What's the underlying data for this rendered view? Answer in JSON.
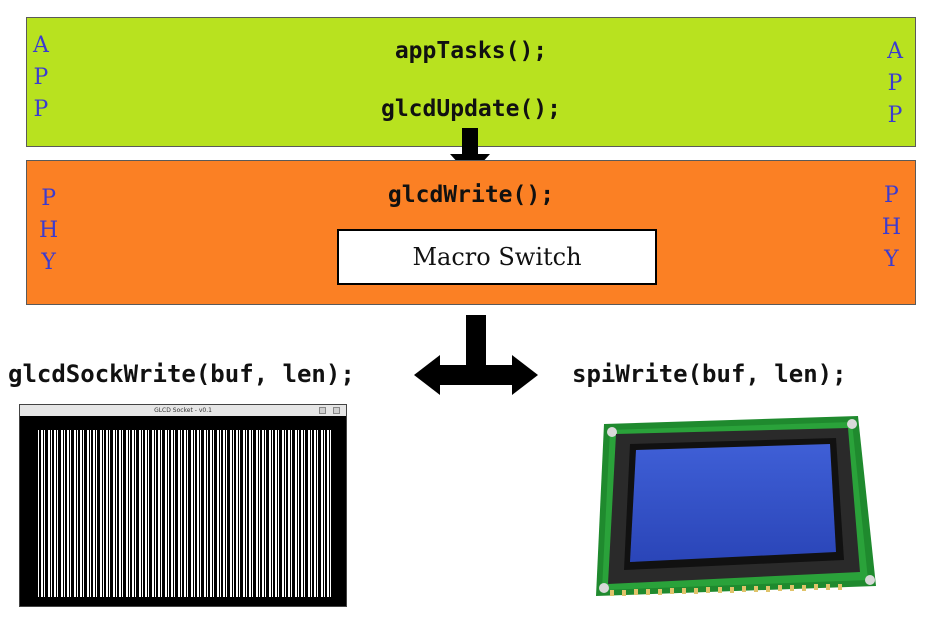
{
  "colors": {
    "app_layer": "#b8e21f",
    "phy_layer": "#fb8024",
    "side_letters": "#3b3bd0"
  },
  "app_layer": {
    "side_letters_left": [
      "A",
      "P",
      "P"
    ],
    "side_letters_right": [
      "A",
      "P",
      "P"
    ],
    "call_1": "appTasks();",
    "call_2": "glcdUpdate();"
  },
  "phy_layer": {
    "side_letters_left": [
      "P",
      "H",
      "Y"
    ],
    "side_letters_right": [
      "P",
      "H",
      "Y"
    ],
    "call": "glcdWrite();",
    "macro_switch": "Macro Switch"
  },
  "branches": {
    "left_call": "glcdSockWrite(buf, len);",
    "right_call": "spiWrite(buf, len);",
    "left_window_title": "GLCD Socket - v0.1"
  }
}
